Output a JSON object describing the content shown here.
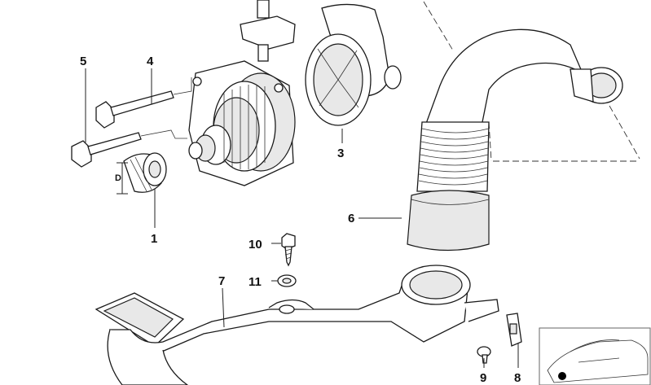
{
  "diagram": {
    "labels": {
      "p1": "1",
      "p3": "3",
      "p4": "4",
      "p5": "5",
      "p6": "6",
      "p7": "7",
      "p8": "8",
      "p9": "9",
      "p10": "10",
      "p11": "11",
      "dim_d": "D"
    }
  }
}
